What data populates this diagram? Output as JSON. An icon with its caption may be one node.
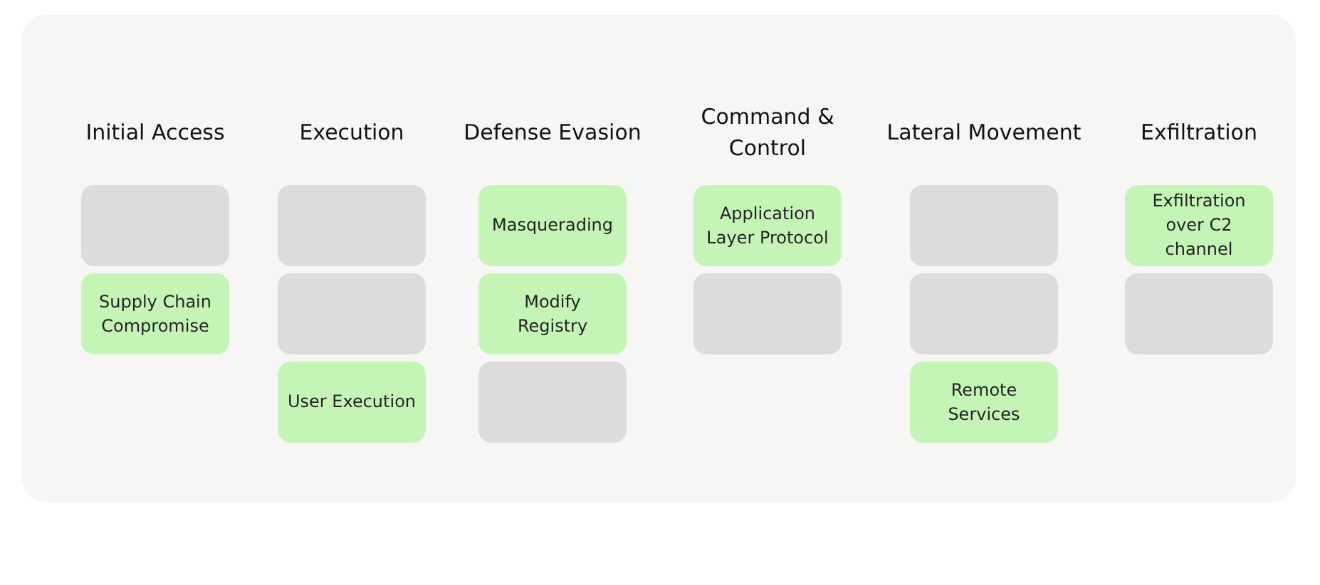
{
  "diagram": {
    "nodes": [
      {
        "text": [],
        "shape": "box"
      },
      {
        "text": [
          "Supply Chain Compromise"
        ]
      },
      {
        "text": [],
        "shape": "box"
      },
      {
        "text": [],
        "shape": "box"
      },
      {
        "text": [
          "User Execution"
        ]
      },
      {
        "text": [
          "Masquerading"
        ]
      },
      {
        "text": [
          "Modify Registry"
        ]
      },
      {
        "text": [],
        "shape": "box"
      },
      {
        "text": [
          "Application Layer Protocol"
        ]
      },
      {
        "text": [],
        "shape": "box"
      },
      {
        "text": [],
        "shape": "box"
      },
      {
        "text": [],
        "shape": "box"
      },
      {
        "text": [
          "Remote Services"
        ]
      },
      {
        "text": [
          "Exfiltration over C2 channel"
        ]
      },
      {
        "text": [],
        "shape": "box"
      }
    ],
    "edges": [],
    "labels": [
      "Initial Access",
      "Execution",
      "Defense Evasion",
      "Command & Control",
      "Lateral Movement",
      "Exfiltration"
    ]
  }
}
